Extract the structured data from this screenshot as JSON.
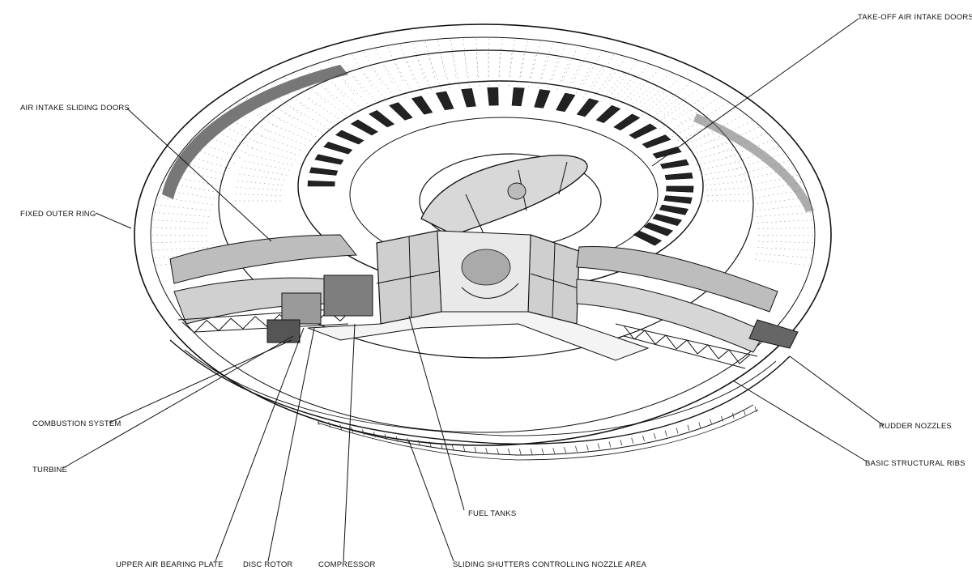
{
  "labels": {
    "take_off_air_intake_doors": "TAKE-OFF AIR INTAKE DOORS",
    "air_intake_sliding_doors": "AIR INTAKE SLIDING DOORS",
    "fixed_outer_ring": "FIXED OUTER RING",
    "combustion_system": "COMBUSTION SYSTEM",
    "turbine": "TURBINE",
    "upper_air_bearing_plate": "UPPER AIR BEARING PLATE",
    "disc_rotor": "DISC ROTOR",
    "compressor": "COMPRESSOR",
    "fuel_tanks": "FUEL TANKS",
    "sliding_shutters": "SLIDING SHUTTERS CONTROLLING NOZZLE AREA",
    "rudder_nozzles": "RUDDER NOZZLES",
    "basic_structural_ribs": "BASIC STRUCTURAL RIBS"
  },
  "colors": {
    "ink": "#111111",
    "paper": "#ffffff",
    "shade": "#9a9a9a"
  }
}
